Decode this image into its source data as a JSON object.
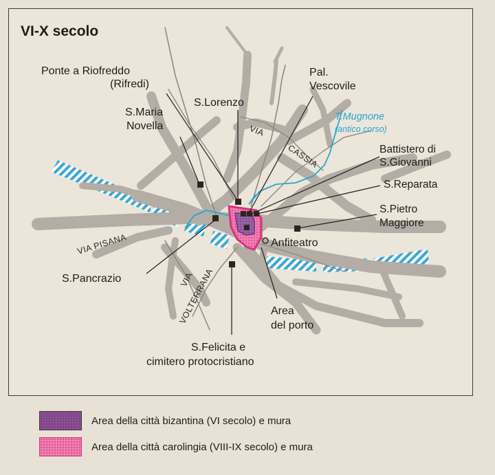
{
  "title": "VI-X secolo",
  "labels": {
    "ponte_line1": "Ponte a Riofreddo",
    "ponte_line2": "(Rifredi)",
    "maria_line1": "S.Maria",
    "maria_line2": "Novella",
    "lorenzo": "S.Lorenzo",
    "palazzo_line1": "Pal.",
    "palazzo_line2": "Vescovile",
    "mugnone_line1": "T.Mugnone",
    "mugnone_line2": "(antico corso)",
    "battistero_line1": "Battistero di",
    "battistero_line2": "S.Giovanni",
    "reparata": "S.Reparata",
    "pietro_line1": "S.Pietro",
    "pietro_line2": "Maggiore",
    "anfiteatro": "Anfiteatro",
    "pancrazio": "S.Pancrazio",
    "porto_line1": "Area",
    "porto_line2": "del porto",
    "felicita_line1": "S.Felicita e",
    "felicita_line2": "cimitero protocristiano"
  },
  "roads": {
    "via_cassia_1": "VIA",
    "via_cassia_2": "CASSIA",
    "via_pisana": "VIA PISANA",
    "via_volterrana_1": "VIA",
    "via_volterrana_2": "VOLTERRANA"
  },
  "legend": [
    {
      "label": "Area della città bizantina (VI secolo) e mura",
      "color": "#8a4f94"
    },
    {
      "label": "Area della città carolingia (VIII-IX secolo) e mura",
      "color": "#e24d8c"
    }
  ],
  "colors": {
    "background": "#ebe5da",
    "roads": "#b3ada5",
    "river_arno": "#3aa7d2",
    "mugnone": "#2aa5d0",
    "byzantine": "#8a4f94",
    "carolingian": "#e24d8c",
    "building_markers": "#2a2622"
  }
}
